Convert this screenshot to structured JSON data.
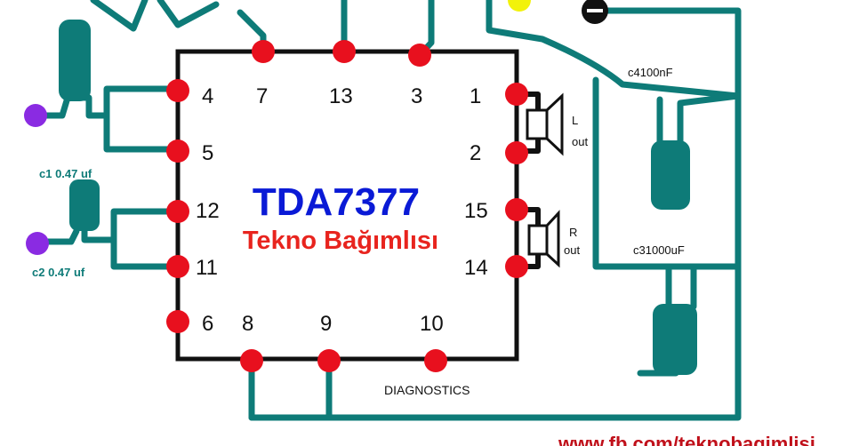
{
  "chip": {
    "name": "TDA7377",
    "subtitle": "Tekno Bağımlısı"
  },
  "pins": {
    "p1": "1",
    "p2": "2",
    "p3": "3",
    "p4": "4",
    "p5": "5",
    "p6": "6",
    "p7": "7",
    "p8": "8",
    "p9": "9",
    "p10": "10",
    "p11": "11",
    "p12": "12",
    "p13": "13",
    "p14": "14",
    "p15": "15"
  },
  "capacitors": {
    "c1": "c1 0.47 uf",
    "c2": "c2 0.47 uf",
    "c3": "c31000uF",
    "c4": "c4100nF"
  },
  "speakers": {
    "left_letter": "L",
    "left_word": "out",
    "right_letter": "R",
    "right_word": "out"
  },
  "diagnostics_label": "DIAGNOSTICS",
  "footer_text": "www.fb.com/teknobagimlisi",
  "colors": {
    "wire": "#0e7b78",
    "pin": "#e8101e",
    "chip_outline": "#111111",
    "input_terminal": "#8a2be2",
    "title": "#0a1ad6",
    "subtitle": "#e8241e",
    "terminal_yellow": "#f2f20a"
  },
  "icons": {
    "minus_terminal": "minus-terminal-icon",
    "speaker": "speaker-icon"
  }
}
